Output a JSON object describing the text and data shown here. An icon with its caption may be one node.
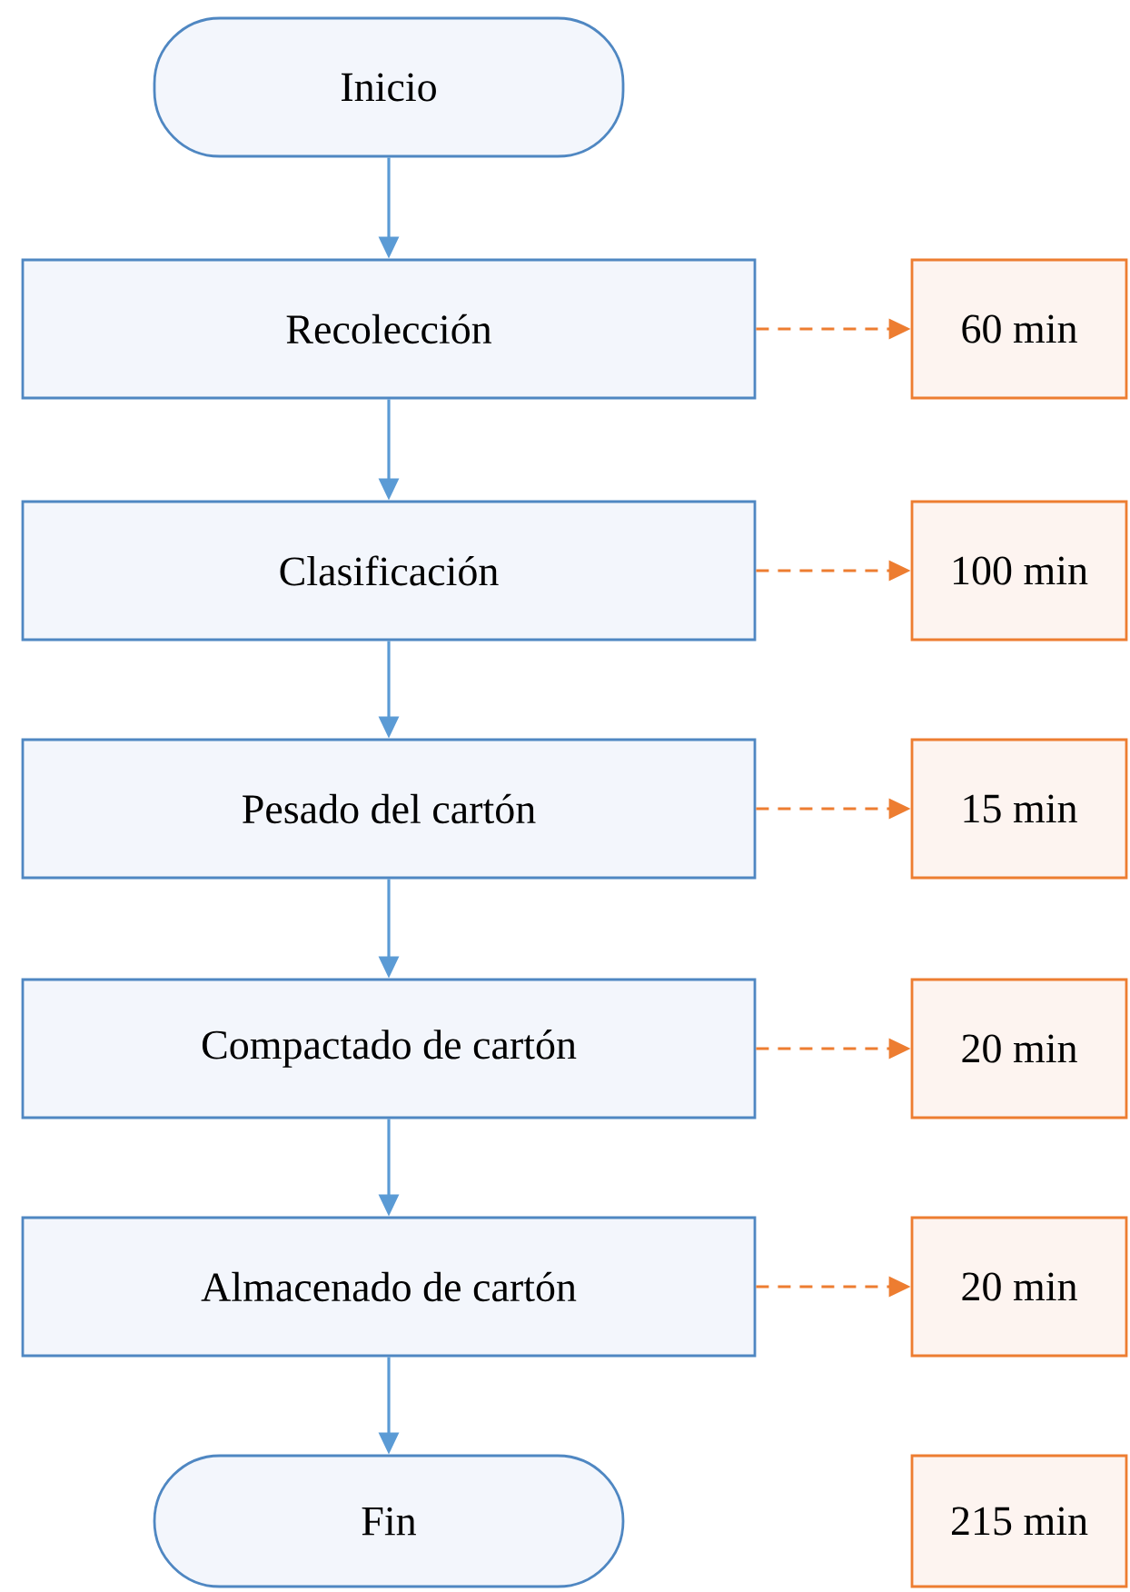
{
  "diagram": {
    "nodes": [
      {
        "text": [
          "Inicio"
        ]
      },
      {
        "text": [
          "Recolección"
        ]
      },
      {
        "text": [
          "60 min"
        ]
      },
      {
        "text": [
          "Clasificación"
        ]
      },
      {
        "text": [
          "100 min"
        ]
      },
      {
        "text": [
          "Pesado del cartón"
        ]
      },
      {
        "text": [
          "15 min"
        ]
      },
      {
        "text": [
          "Compactado de cartón"
        ]
      },
      {
        "text": [
          "20 min"
        ]
      },
      {
        "text": [
          "Almacenado de cartón"
        ]
      },
      {
        "text": [
          "20 min"
        ]
      },
      {
        "text": [
          "Fin"
        ]
      },
      {
        "text": [
          "215 min"
        ]
      }
    ],
    "edges": [
      {
        "from": 0,
        "to": 1,
        "arrow": "to"
      },
      {
        "from": 1,
        "to": 2,
        "arrow": "to",
        "style": "dashed",
        "color": "#ed7d31"
      },
      {
        "from": 1,
        "to": 3,
        "arrow": "to"
      },
      {
        "from": 3,
        "to": 4,
        "arrow": "to",
        "style": "dashed",
        "color": "#ed7d31"
      },
      {
        "from": 3,
        "to": 5,
        "arrow": "to"
      },
      {
        "from": 5,
        "to": 6,
        "arrow": "to",
        "style": "dashed",
        "color": "#ed7d31"
      },
      {
        "from": 5,
        "to": 7,
        "arrow": "to"
      },
      {
        "from": 7,
        "to": 8,
        "arrow": "to",
        "style": "dashed",
        "color": "#ed7d31"
      },
      {
        "from": 7,
        "to": 9,
        "arrow": "to"
      },
      {
        "from": 9,
        "to": 10,
        "arrow": "to",
        "style": "dashed",
        "color": "#ed7d31"
      },
      {
        "from": 9,
        "to": 11,
        "arrow": "to"
      }
    ]
  }
}
